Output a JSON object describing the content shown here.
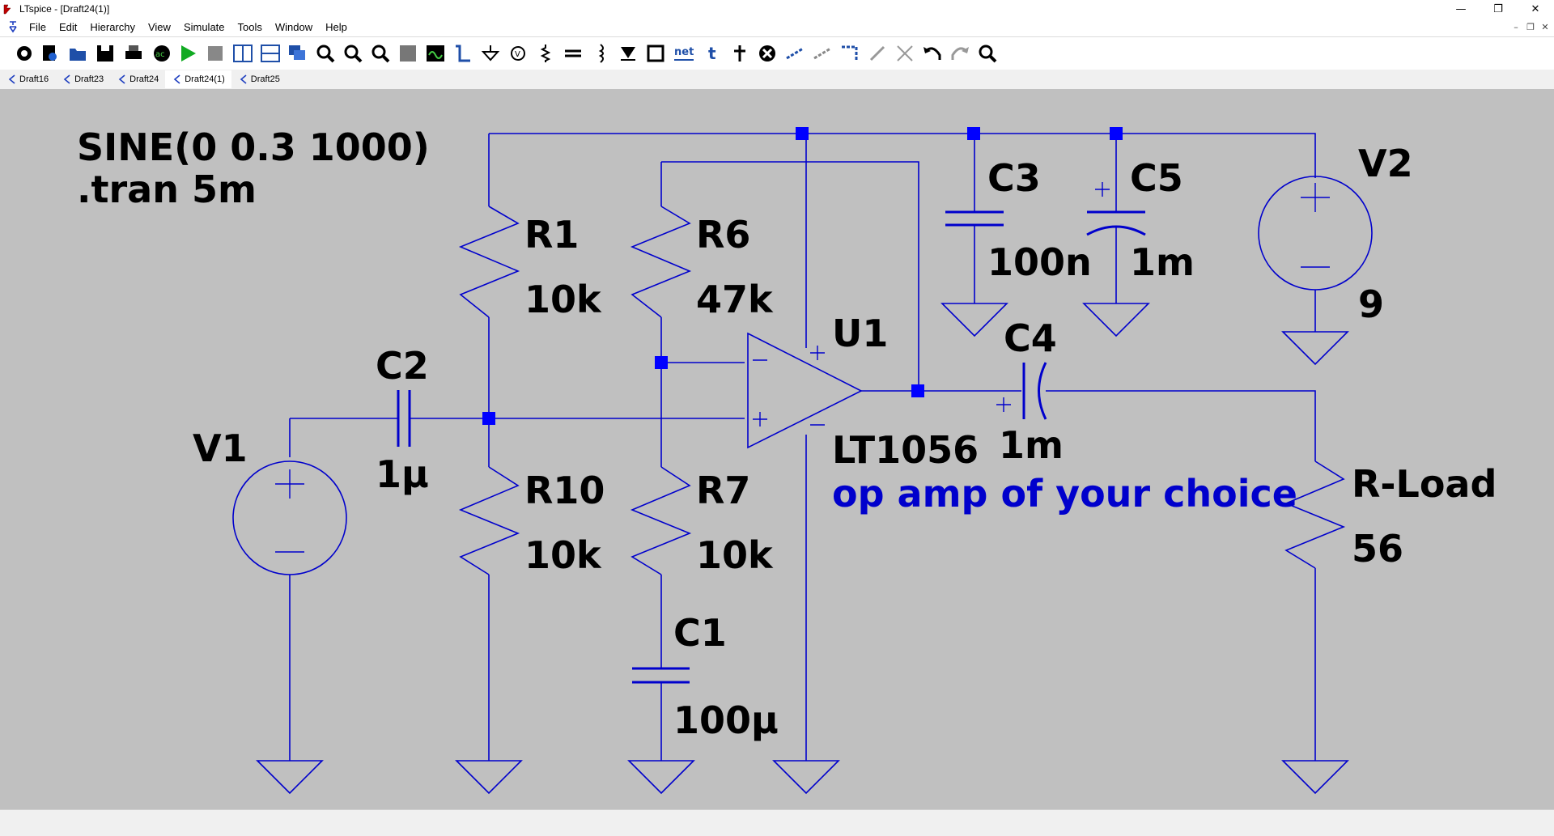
{
  "window": {
    "title": "LTspice - [Draft24(1)]",
    "controls": {
      "minimize": "—",
      "maximize": "❐",
      "close": "✕"
    }
  },
  "menu": {
    "items": [
      "File",
      "Edit",
      "Hierarchy",
      "View",
      "Simulate",
      "Tools",
      "Window",
      "Help"
    ],
    "mdi_controls": [
      "–",
      "❐",
      "✕"
    ]
  },
  "toolbar": {
    "netlabel_text": "net",
    "text_tool": "t"
  },
  "tabs": [
    {
      "label": "Draft16",
      "active": false
    },
    {
      "label": "Draft23",
      "active": false
    },
    {
      "label": "Draft24",
      "active": false
    },
    {
      "label": "Draft24(1)",
      "active": true
    },
    {
      "label": "Draft25",
      "active": false
    }
  ],
  "schematic": {
    "directive_sine": "SINE(0 0.3 1000)",
    "directive_tran": ".tran 5m",
    "components": {
      "R1": {
        "name": "R1",
        "value": "10k"
      },
      "R6": {
        "name": "R6",
        "value": "47k"
      },
      "R10": {
        "name": "R10",
        "value": "10k"
      },
      "R7": {
        "name": "R7",
        "value": "10k"
      },
      "C1": {
        "name": "C1",
        "value": "100µ"
      },
      "C2": {
        "name": "C2",
        "value": "1µ"
      },
      "C3": {
        "name": "C3",
        "value": "100n"
      },
      "C4": {
        "name": "C4",
        "value": "1m"
      },
      "C5": {
        "name": "C5",
        "value": "1m"
      },
      "U1": {
        "name": "U1",
        "value": "LT1056"
      },
      "V1": {
        "name": "V1"
      },
      "V2": {
        "name": "V2",
        "value": "9"
      },
      "RLoad": {
        "name": "R-Load",
        "value": "56"
      }
    },
    "comment": "op amp of your choice",
    "colors": {
      "background": "#c0c0c0",
      "wire": "#0000cc",
      "junction": "#0000ff",
      "label": "#000000",
      "comment": "#0000cc"
    }
  }
}
